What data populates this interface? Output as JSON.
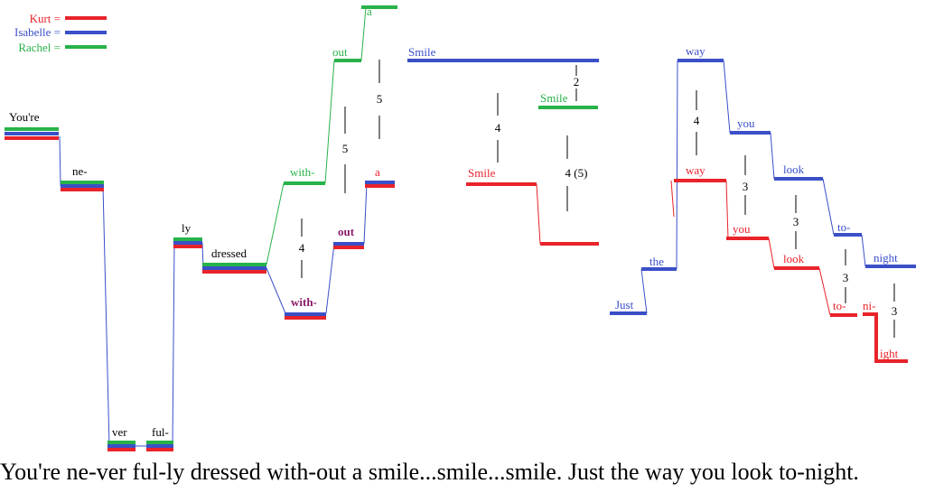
{
  "colors": {
    "kurt": "#e8232a",
    "isabelle": "#3a4fc8",
    "rachel": "#27b24a",
    "ink": "#000000",
    "overlap": "#8b1a6b"
  },
  "legend": [
    {
      "label": "Kurt =",
      "voice": "kurt"
    },
    {
      "label": "Isabelle =",
      "voice": "isabelle"
    },
    {
      "label": "Rachel =",
      "voice": "rachel"
    }
  ],
  "syllables": {
    "youre": "You're",
    "ne": "ne-",
    "ver": "ver",
    "ful": "ful-",
    "ly": "ly",
    "dressed": "dressed",
    "with_rachel": "with-",
    "with_low": "with-",
    "out_rachel": "out",
    "out_low": "out",
    "a_rachel": "a",
    "a_kurt": "a",
    "smile_isabelle": "Smile",
    "smile_rachel": "Smile",
    "smile_kurt": "Smile",
    "just": "Just",
    "the": "the",
    "way_isabelle": "way",
    "way_kurt": "way",
    "you_isabelle": "you",
    "you_kurt": "you",
    "look_isabelle": "look",
    "look_kurt": "look",
    "to_isabelle": "to-",
    "to_kurt": "to-",
    "night_isabelle": "night",
    "ni_kurt": "ni-",
    "ight_kurt": "ight"
  },
  "intervals": {
    "i1": "4",
    "i2": "5",
    "i3": "5",
    "i4": "4",
    "i5": "2",
    "i6": "4 (5)",
    "i7": "4",
    "i8": "3",
    "i9": "3",
    "i10": "3",
    "i11": "3"
  },
  "caption": "You're ne-ver ful-ly dressed with-out a smile...smile...smile. Just the way you look to-night."
}
